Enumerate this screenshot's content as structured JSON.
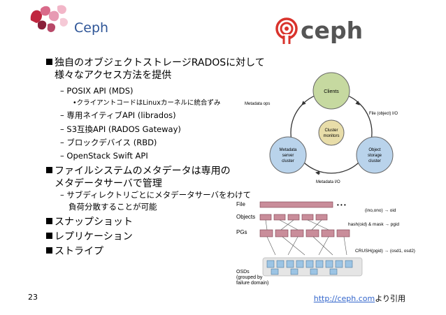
{
  "slide": {
    "title": "Ceph",
    "page_number": "23",
    "credit_link": "http://ceph.com",
    "credit_suffix": "より引用"
  },
  "logo": {
    "text": "ceph",
    "color": "#D9332C"
  },
  "bullets": [
    {
      "text": "独自のオブジェクトストレージRADOSに対して"
    },
    {
      "text": "様々なアクセス方法を提供"
    },
    {
      "text": "– POSIX API (MDS)"
    },
    {
      "text": "•クライアントコードはLinuxカーネルに統合ずみ"
    },
    {
      "text": "– 専用ネイティブAPI (librados)"
    },
    {
      "text": "– S3互換API (RADOS Gateway)"
    },
    {
      "text": "– ブロックデバイス (RBD)"
    },
    {
      "text": "– OpenStack Swift API"
    },
    {
      "text": "ファイルシステムのメタデータは専用の"
    },
    {
      "text": "メタデータサーバで管理"
    },
    {
      "text": "– サブディレクトリごとにメタデータサーバをわけて"
    },
    {
      "text": "負荷分散することが可能"
    },
    {
      "text": "スナップショット"
    },
    {
      "text": "レプリケーション"
    },
    {
      "text": "ストライプ"
    }
  ],
  "cluster_diagram": {
    "clients": "Clients",
    "monitors": [
      "Cluster",
      "monitors"
    ],
    "metadata_cluster": [
      "Metadata",
      "server",
      "cluster"
    ],
    "storage_cluster": [
      "Object",
      "storage",
      "cluster"
    ],
    "metadata_ops": "Metadata ops",
    "file_io": "File (object) I/O",
    "metadata_io": "Metadata I/O"
  },
  "placement_diagram": {
    "file": "File",
    "objects": "Objects",
    "pgs": "PGs",
    "osds": [
      "OSDs",
      "(grouped by",
      "failure domain)"
    ],
    "map1": "(ino,ono) → oid",
    "map2": "hash(oid) & mask → pgid",
    "map3": "CRUSH(pgid) → (osd1, osd2)",
    "dots": "• • •"
  },
  "colors": {
    "title": "#2E5597",
    "clients_fill": "#C6D9A0",
    "monitor_fill": "#E8DDA9",
    "cluster_fill": "#B9D3EB",
    "bar_fill": "#C98D9A",
    "osd_fill": "#9CC4E4"
  }
}
